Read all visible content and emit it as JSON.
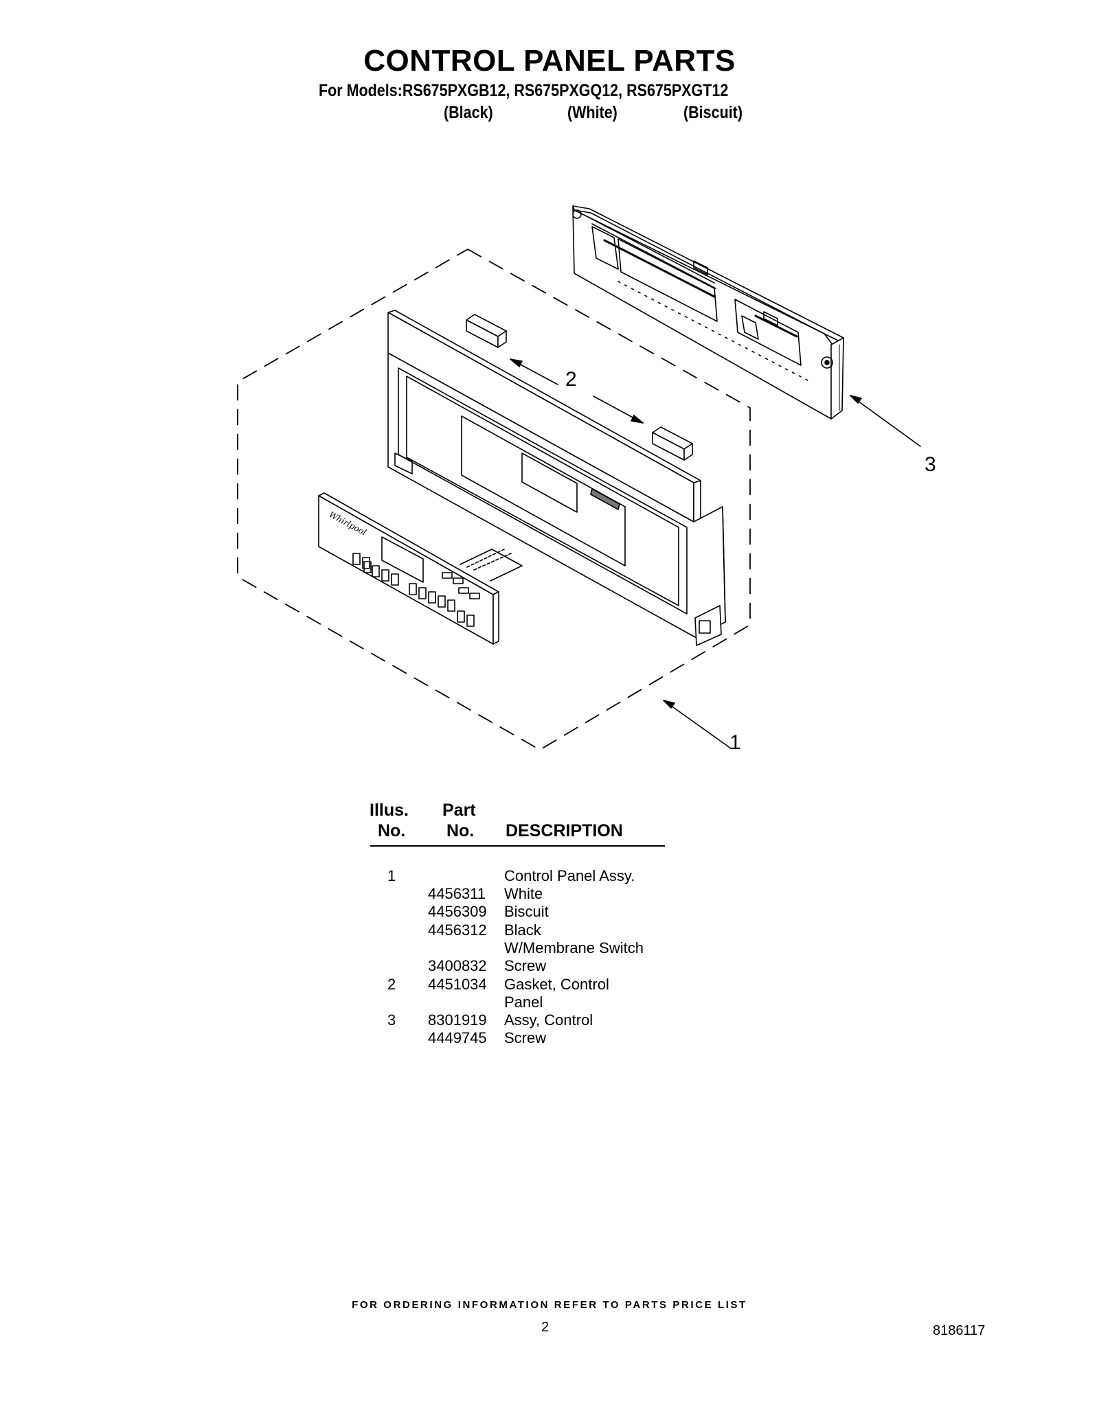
{
  "header": {
    "title": "CONTROL PANEL PARTS",
    "models_line": "For Models:RS675PXGB12, RS675PXGQ12, RS675PXGT12",
    "colors": [
      "(Black)",
      "(White)",
      "(Biscuit)"
    ]
  },
  "diagram": {
    "callouts": [
      "1",
      "2",
      "3"
    ],
    "brand_mark": "Whirlpool"
  },
  "parts_table": {
    "headers": {
      "illus_line1": "Illus.",
      "illus_line2": "No.",
      "part_line1": "Part",
      "part_line2": "No.",
      "description": "DESCRIPTION"
    },
    "rows": [
      {
        "illus": "1",
        "part": "",
        "description": "Control Panel Assy."
      },
      {
        "illus": "",
        "part": "4456311",
        "description": "White"
      },
      {
        "illus": "",
        "part": "4456309",
        "description": "Biscuit"
      },
      {
        "illus": "",
        "part": "4456312",
        "description": "Black"
      },
      {
        "illus": "",
        "part": "",
        "description": "W/Membrane Switch"
      },
      {
        "illus": "",
        "part": "3400832",
        "description": "Screw"
      },
      {
        "illus": "2",
        "part": "4451034",
        "description": "Gasket, Control"
      },
      {
        "illus": "",
        "part": "",
        "description": "Panel"
      },
      {
        "illus": "3",
        "part": "8301919",
        "description": "Assy, Control"
      },
      {
        "illus": "",
        "part": "4449745",
        "description": "Screw"
      }
    ]
  },
  "footer": {
    "ordering_note": "FOR ORDERING INFORMATION REFER TO PARTS PRICE LIST",
    "page_number": "2",
    "document_number": "8186117"
  }
}
